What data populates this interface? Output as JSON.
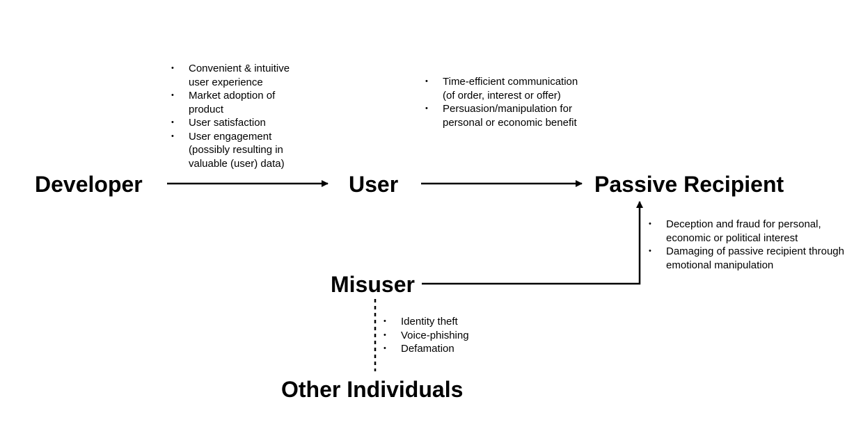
{
  "nodes": {
    "developer": "Developer",
    "user": "User",
    "passive_recipient": "Passive Recipient",
    "misuser": "Misuser",
    "other_individuals": "Other Individuals"
  },
  "annotations": {
    "developer_to_user": [
      "Convenient & intuitive user experience",
      "Market adoption of product",
      "User satisfaction",
      "User engagement (possibly resulting in valuable (user) data)"
    ],
    "user_to_passive_recipient": [
      "Time-efficient communication (of order, interest or offer)",
      "Persuasion/manipulation for personal or economic benefit"
    ],
    "misuser_to_passive_recipient": [
      "Deception and fraud for personal, economic or political interest",
      "Damaging of passive recipient through emotional manipulation"
    ],
    "misuser_to_other_individuals": [
      "Identity theft",
      "Voice-phishing",
      "Defamation"
    ]
  },
  "colors": {
    "line": "#000000",
    "text": "#000000",
    "background": "#ffffff"
  }
}
